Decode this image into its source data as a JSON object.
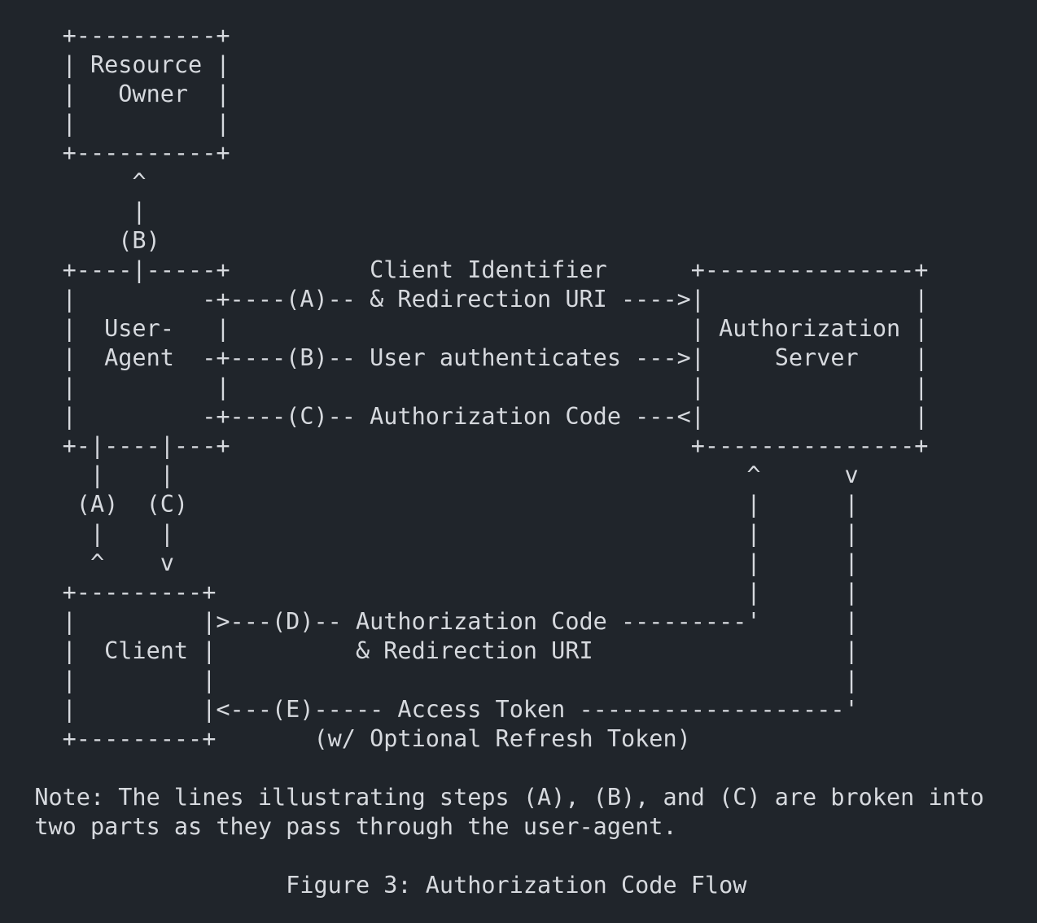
{
  "theme": {
    "background_color": "#20252b",
    "text_color": "#d6d9de"
  },
  "diagram": {
    "kind": "ascii-flow-diagram",
    "entities": [
      "Resource Owner",
      "User-Agent",
      "Authorization Server",
      "Client"
    ],
    "steps": [
      {
        "id": "(A)",
        "label": "Client Identifier & Redirection URI"
      },
      {
        "id": "(B)",
        "label": "User authenticates"
      },
      {
        "id": "(C)",
        "label": "Authorization Code"
      },
      {
        "id": "(D)",
        "label": "Authorization Code & Redirection URI"
      },
      {
        "id": "(E)",
        "label": "Access Token (w/ Optional Refresh Token)"
      }
    ],
    "ascii_lines": [
      "    +----------+",
      "    | Resource |",
      "    |   Owner  |",
      "    |          |",
      "    +----------+",
      "         ^",
      "         |",
      "        (B)",
      "    +----|-----+          Client Identifier      +---------------+",
      "    |         -+----(A)-- & Redirection URI ---->|               |",
      "    |  User-   |                                 | Authorization |",
      "    |  Agent  -+----(B)-- User authenticates --->|     Server    |",
      "    |          |                                 |               |",
      "    |         -+----(C)-- Authorization Code ---<|               |",
      "    +-|----|---+                                 +---------------+",
      "      |    |                                         ^      v",
      "     (A)  (C)                                        |      |",
      "      |    |                                         |      |",
      "      ^    v                                         |      |",
      "    +---------+                                      |      |",
      "    |         |>---(D)-- Authorization Code ---------'      |",
      "    |  Client |          & Redirection URI                  |",
      "    |         |                                             |",
      "    |         |<---(E)----- Access Token -------------------'",
      "    +---------+       (w/ Optional Refresh Token)"
    ]
  },
  "note": {
    "lines": [
      "  Note: The lines illustrating steps (A), (B), and (C) are broken into",
      "  two parts as they pass through the user-agent."
    ]
  },
  "caption": "                    Figure 3: Authorization Code Flow"
}
